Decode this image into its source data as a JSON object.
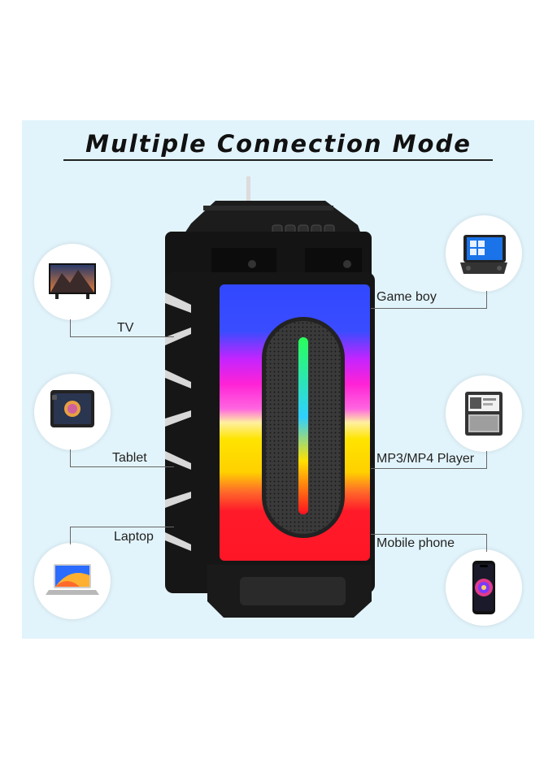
{
  "title": "Multiple Connection Mode",
  "devices": {
    "tv": "TV",
    "tablet": "Tablet",
    "laptop": "Laptop",
    "game_boy": "Game boy",
    "mp3_player": "MP3/MP4 Player",
    "mobile_phone": "Mobile phone"
  },
  "icons": {
    "speaker": "rgb-bluetooth-speaker-icon",
    "tv": "tv-icon",
    "tablet": "tablet-icon",
    "laptop": "laptop-icon",
    "game_boy": "handheld-console-icon",
    "mp3_player": "mp3-player-icon",
    "mobile_phone": "smartphone-icon"
  },
  "colors": {
    "background_panel": "#e2f4fb",
    "light_blue": "#2a4dff",
    "light_magenta": "#ff18d8",
    "light_yellow": "#ffe100",
    "light_red": "#ff1a2a",
    "speaker_body": "#161616"
  }
}
